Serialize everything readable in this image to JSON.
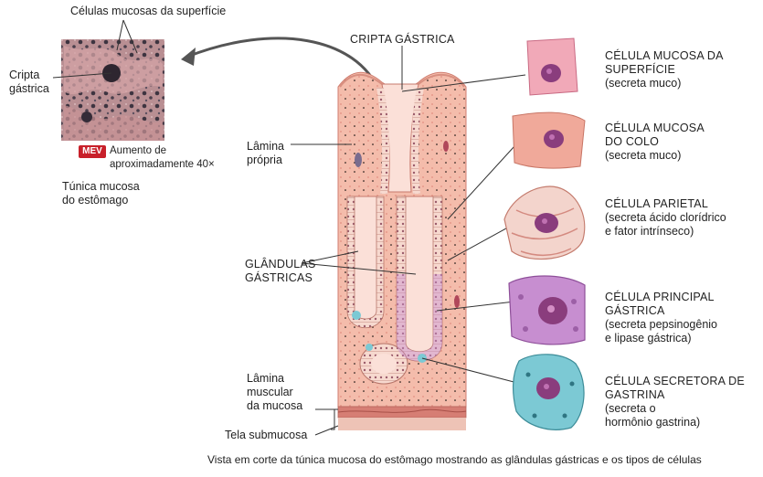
{
  "labels": {
    "surface_cells": "Células mucosas da superfície",
    "crypt_left": "Cripta\ngástrica",
    "mev_badge": "MEV",
    "magnification": "Aumento de\naproximadamente 40×",
    "tunica": "Túnica mucosa\ndo estômago",
    "crypt_center": "CRIPTA GÁSTRICA",
    "lamina_propria": "Lâmina\nprópria",
    "glands": "GLÂNDULAS\nGÁSTRICAS",
    "muscularis": "Lâmina\nmuscular\nda mucosa",
    "submucosa": "Tela submucosa",
    "caption": "Vista em corte da túnica mucosa do estômago mostrando as glândulas gástricas e os tipos de células"
  },
  "cells": [
    {
      "name": "CÉLULA MUCOSA DA\nSUPERFÍCIE",
      "desc": "(secreta muco)"
    },
    {
      "name": "CÉLULA MUCOSA\nDO COLO",
      "desc": "(secreta muco)"
    },
    {
      "name": "CÉLULA PARIETAL",
      "desc": "(secreta ácido clorídrico\ne fator intrínseco)"
    },
    {
      "name": "CÉLULA PRINCIPAL\nGÁSTRICA",
      "desc": "(secreta pepsinogênio\ne lipase gástrica)"
    },
    {
      "name": "CÉLULA SECRETORA DE\nGASTRINA",
      "desc": "(secreta o\nhormônio gastrina)"
    }
  ],
  "colors": {
    "tissue": "#f2b8a8",
    "tissue_dark": "#e38f7f",
    "parietal": "#f0d2c8",
    "chief": "#c78ed0",
    "gastrin": "#7cc9d4",
    "nucleus": "#8a3d7d",
    "badge": "#c8202a"
  }
}
